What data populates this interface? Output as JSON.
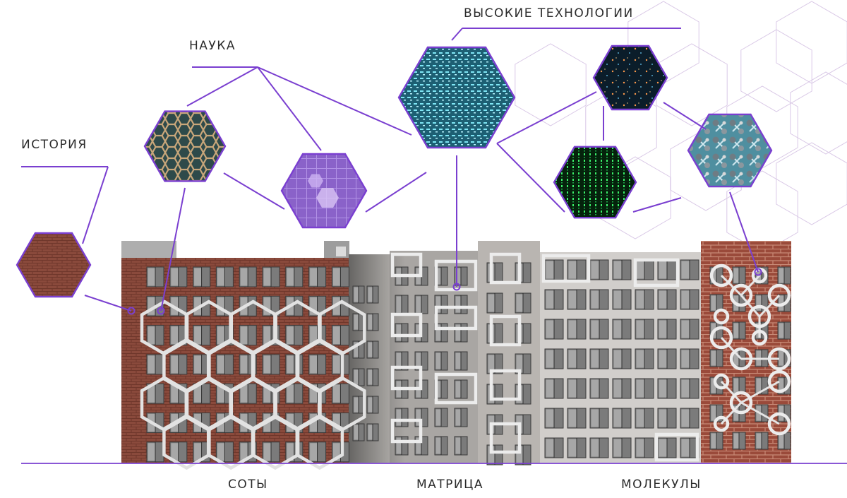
{
  "labels": {
    "history": "ИСТОРИЯ",
    "science": "НАУКА",
    "hightech": "ВЫСОКИЕ ТЕХНОЛОГИИ",
    "honeycomb": "СОТЫ",
    "matrix": "МАТРИЦА",
    "molecules": "МОЛЕКУЛЫ"
  },
  "colors": {
    "accent": "#7a3fd0",
    "brick": "#8a4a3c",
    "concrete": "#b9b6b3",
    "window": "#7b7b7b",
    "frame": "#e2e2e2",
    "text": "#2b2b2b"
  },
  "icons": [
    "brick-texture-hex",
    "graphene-hex",
    "purple-cubes-hex",
    "data-cube-hex",
    "particles-hex",
    "code-rain-hex",
    "molecule-hex"
  ]
}
